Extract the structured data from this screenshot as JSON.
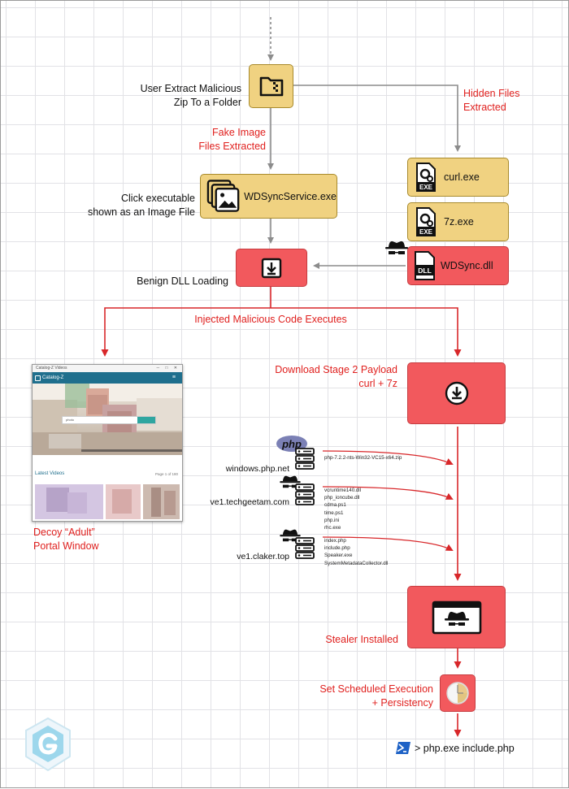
{
  "colors": {
    "yellow_node": "#f0d281",
    "red_node": "#f2595d",
    "red_text": "#e0211f",
    "gray_arrow": "#8c8c8c",
    "red_arrow": "#d8272a"
  },
  "labels": {
    "user_extract": [
      "User Extract Malicious",
      "Zip To a Folder"
    ],
    "fake_image": [
      "Fake Image",
      "Files Extracted"
    ],
    "hidden_files": [
      "Hidden Files",
      "Extracted"
    ],
    "click_exec": [
      "Click executable",
      "shown as an Image File"
    ],
    "benign_dll": "Benign DLL Loading",
    "injected": "Injected Malicious Code Executes",
    "download_stage2": [
      "Download Stage 2 Payload",
      "curl + 7z"
    ],
    "decoy": [
      "Decoy “Adult”",
      "Portal Window"
    ],
    "stealer": "Stealer Installed",
    "scheduled": [
      "Set Scheduled Execution",
      "+ Persistency"
    ],
    "command": "> php.exe include.php"
  },
  "files": {
    "wdsync_exe": "WDSyncService.exe",
    "curl": "curl.exe",
    "sevenz": "7z.exe",
    "wdsync_dll": "WDSync.dll"
  },
  "servers": [
    {
      "host": "windows.php.net",
      "icon": "php-logo-icon",
      "badge": "php",
      "files": [
        "php-7.2.2-nts-Win32-VC15-x64.zip"
      ]
    },
    {
      "host": "ve1.techgeetam.com",
      "icon": "spy-icon",
      "files": [
        "vcruntime140.dll",
        "php_ioncube.dll",
        "cdma.ps1",
        "time.ps1",
        "php.ini",
        "rhc.exe"
      ]
    },
    {
      "host": "ve1.claker.top",
      "icon": "spy-icon",
      "files": [
        "index.php",
        "include.php",
        "Speaker.exe",
        "SystemMetadataCollector.dll"
      ]
    }
  ],
  "decoy_window": {
    "title": "Catalog-Z Videos",
    "brand": "Catalog-Z",
    "search_placeholder": "photo",
    "section": "Latest Videos",
    "page": "Page 1 of 180"
  }
}
